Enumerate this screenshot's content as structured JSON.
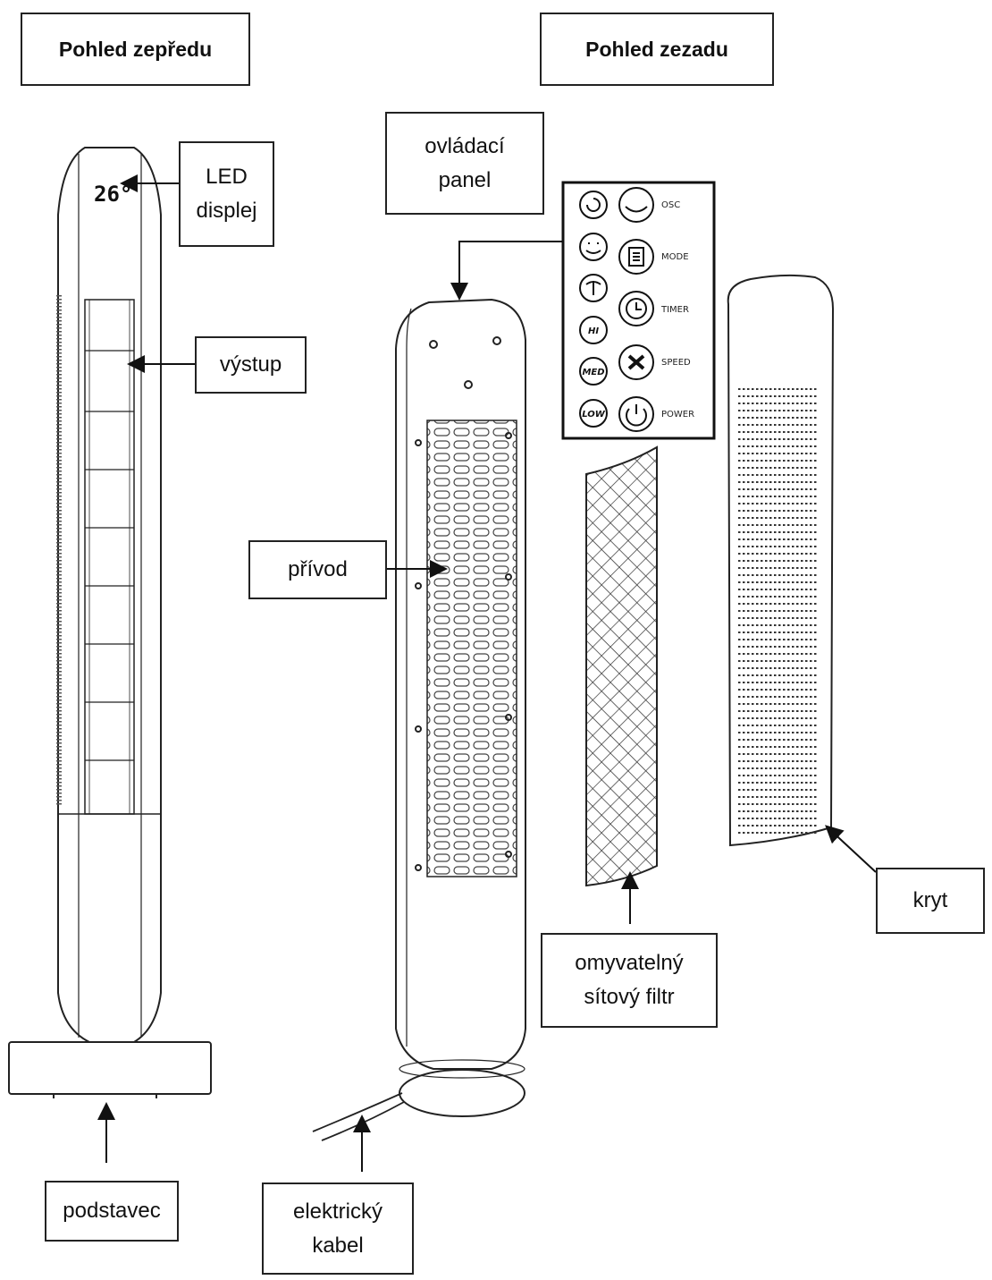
{
  "views": {
    "front_title": "Pohled zepředu",
    "rear_title": "Pohled zezadu"
  },
  "labels": {
    "led_display": [
      "LED",
      "displej"
    ],
    "outlet": "výstup",
    "base": "podstavec",
    "control_panel": [
      "ovládací",
      "panel"
    ],
    "inlet": "přívod",
    "power_cable": [
      "elektrický",
      "kabel"
    ],
    "filter": [
      "omyvatelný",
      "sítový filtr"
    ],
    "cover": "kryt"
  },
  "display_reading": "26°",
  "control_panel": {
    "buttons": [
      {
        "label": "OSC",
        "icon": "oscillate-icon"
      },
      {
        "label": "MODE",
        "icon": "mode-icon"
      },
      {
        "label": "TIMER",
        "icon": "timer-icon"
      },
      {
        "label": "SPEED",
        "icon": "fan-speed-icon"
      },
      {
        "label": "POWER",
        "icon": "power-icon"
      }
    ],
    "indicators": [
      "HI",
      "MED",
      "LOW"
    ]
  }
}
